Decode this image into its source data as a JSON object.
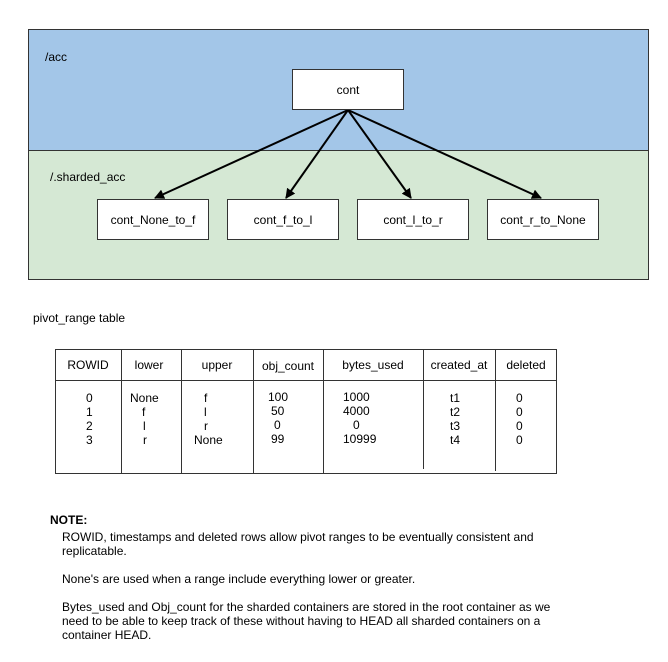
{
  "regions": {
    "acc_label": "/acc",
    "sharded_label": "/.sharded_acc",
    "acc_color": "#a3c6e8",
    "sharded_color": "#d5e8d4"
  },
  "nodes": {
    "root": "cont",
    "shards": [
      "cont_None_to_f",
      "cont_f_to_l",
      "cont_l_to_r",
      "cont_r_to_None"
    ]
  },
  "table": {
    "caption": "pivot_range table",
    "headers": [
      "ROWID",
      "lower",
      "upper",
      "obj_count",
      "bytes_used",
      "created_at",
      "deleted"
    ],
    "rows": [
      [
        "0",
        "None",
        "f",
        "100",
        "1000",
        "t1",
        "0"
      ],
      [
        "1",
        "f",
        "l",
        "50",
        "4000",
        "t2",
        "0"
      ],
      [
        "2",
        "l",
        "r",
        "0",
        "0",
        "t3",
        "0"
      ],
      [
        "3",
        "r",
        "None",
        "99",
        "10999",
        "t4",
        "0"
      ]
    ]
  },
  "note": {
    "title": "NOTE:",
    "paragraphs": [
      "ROWID, timestamps and deleted rows allow pivot ranges to be eventually consistent and replicatable.",
      "None's are used when a range include everything lower or greater.",
      "Bytes_used and Obj_count for the sharded containers are stored in the root container as we need to be able to keep track of these without having to HEAD all sharded containers on a container HEAD."
    ]
  }
}
